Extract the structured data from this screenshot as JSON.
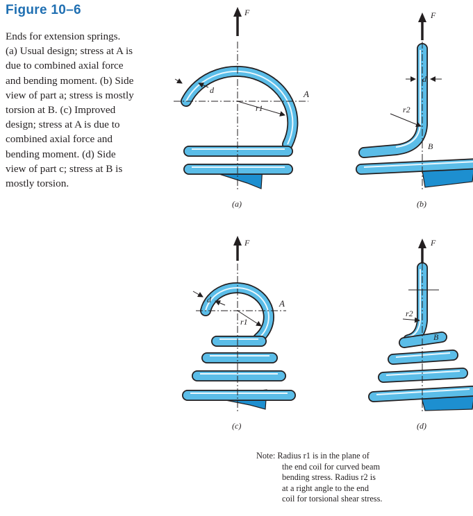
{
  "figure": {
    "title": "Figure 10–6",
    "caption_lines": [
      "Ends for extension springs.",
      "(a) Usual design; stress at A is",
      "due to combined axial force",
      "and bending moment. (b) Side",
      "view of part a; stress is mostly",
      "torsion at B. (c) Improved",
      "design; stress at A is due to",
      "combined axial force and",
      "bending moment. (d) Side",
      "view of part c; stress at B is",
      "mostly torsion."
    ]
  },
  "panels": {
    "a": {
      "caption": "(a)",
      "force": "F",
      "point": "A",
      "radius": "r1",
      "dia": "d"
    },
    "b": {
      "caption": "(b)",
      "force": "F",
      "point": "B",
      "radius": "r2",
      "dia": "d"
    },
    "c": {
      "caption": "(c)",
      "force": "F",
      "point": "A",
      "radius": "r1",
      "dia": "d"
    },
    "d": {
      "caption": "(d)",
      "force": "F",
      "point": "B",
      "radius": "r2"
    }
  },
  "note_lines": [
    "Note: Radius r1 is in the plane of",
    "the end coil for curved beam",
    "bending stress. Radius r2 is",
    "at a right angle to the end",
    "coil for torsional shear stress."
  ],
  "colors": {
    "spring": "#5bbde8",
    "spring_dark": "#1d8fd0",
    "outline": "#231f20",
    "title": "#1f6fb2"
  }
}
